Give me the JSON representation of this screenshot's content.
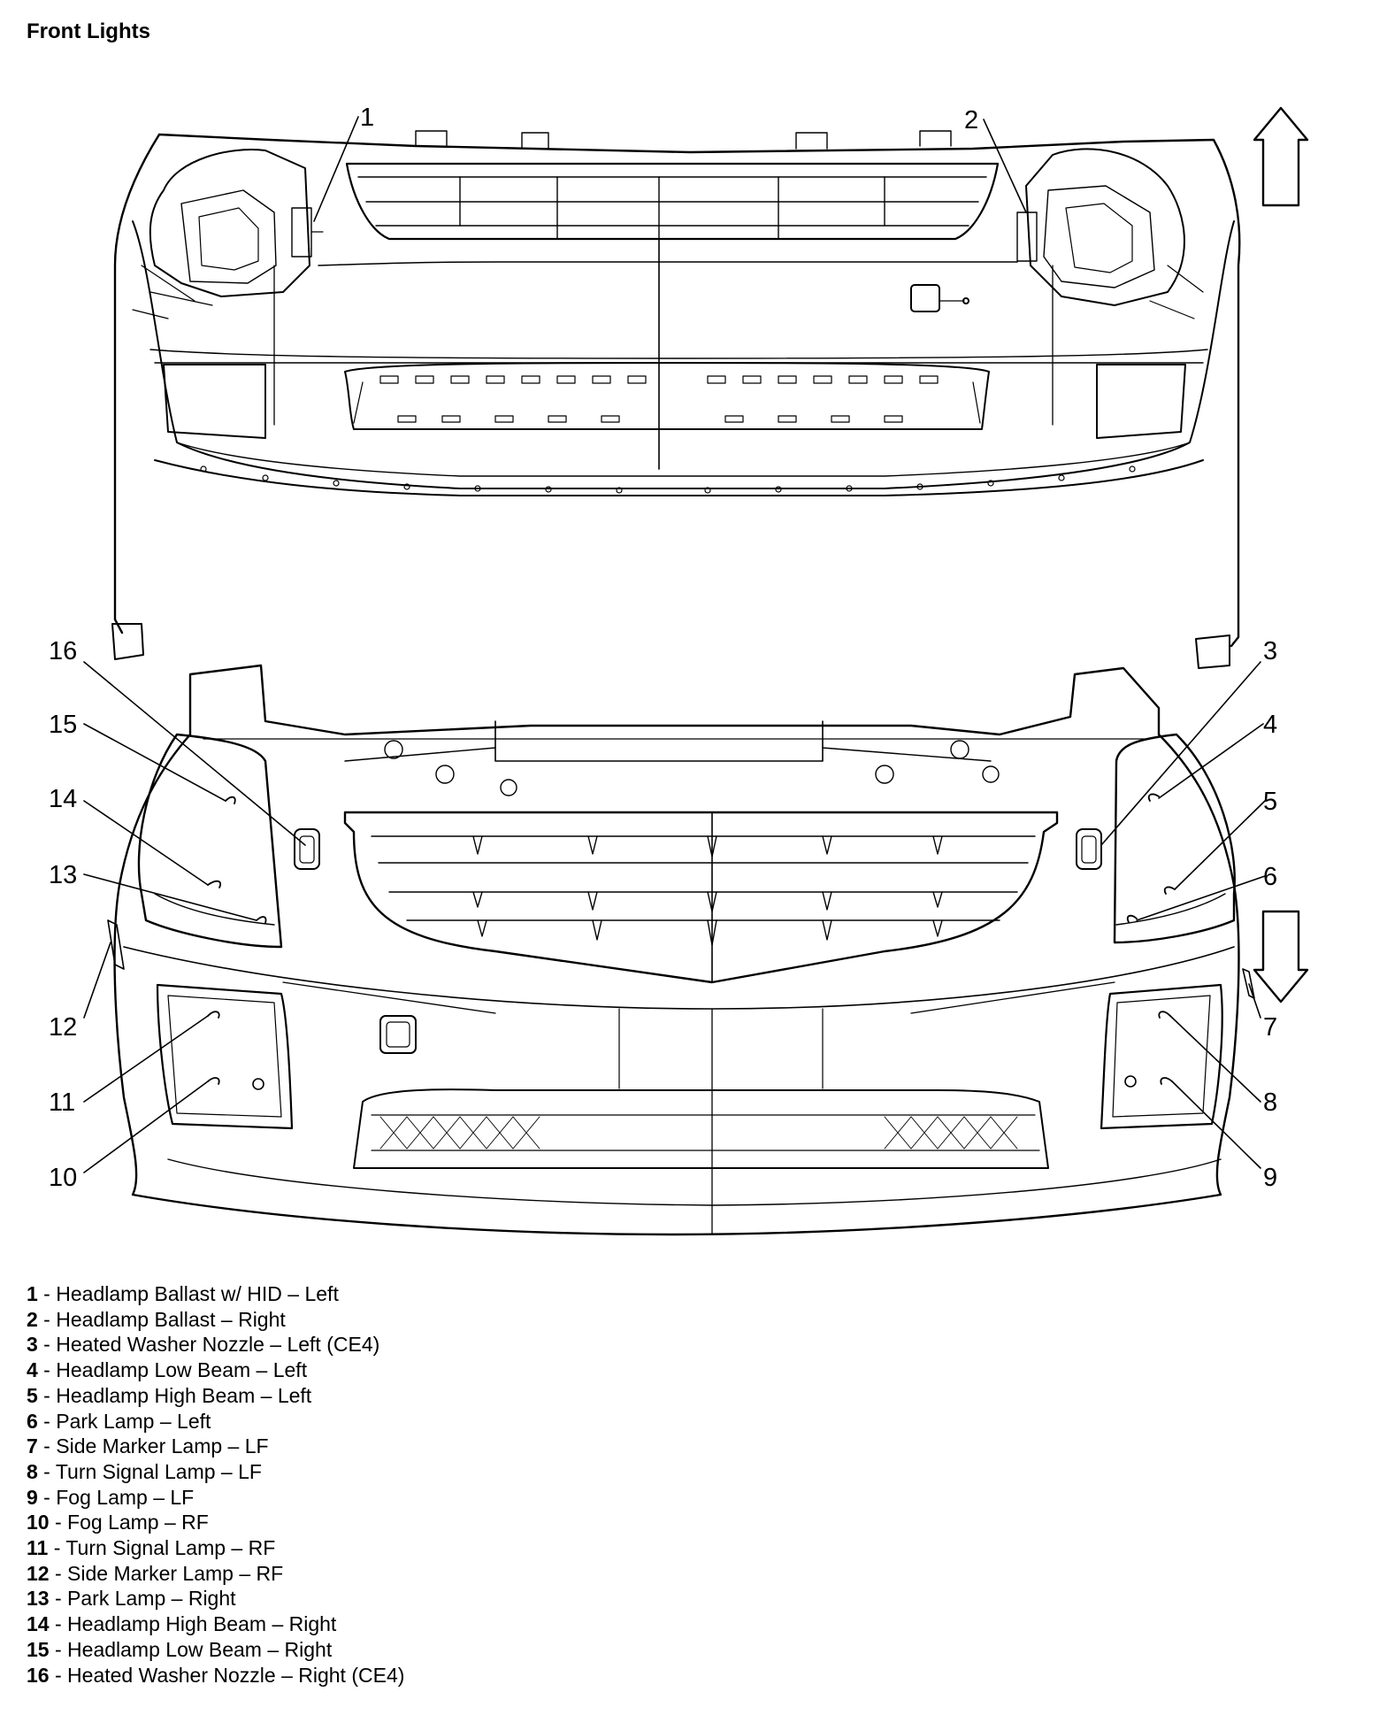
{
  "title": "Front Lights",
  "callouts": [
    {
      "number": "1",
      "label": "Headlamp Ballast w/ HID – Left"
    },
    {
      "number": "2",
      "label": "Headlamp Ballast – Right"
    },
    {
      "number": "3",
      "label": "Heated Washer Nozzle – Left (CE4)"
    },
    {
      "number": "4",
      "label": "Headlamp Low Beam – Left"
    },
    {
      "number": "5",
      "label": "Headlamp High Beam – Left"
    },
    {
      "number": "6",
      "label": "Park Lamp – Left"
    },
    {
      "number": "7",
      "label": "Side Marker Lamp – LF"
    },
    {
      "number": "8",
      "label": "Turn Signal Lamp – LF"
    },
    {
      "number": "9",
      "label": "Fog Lamp – LF"
    },
    {
      "number": "10",
      "label": "Fog Lamp – RF"
    },
    {
      "number": "11",
      "label": "Turn Signal Lamp – RF"
    },
    {
      "number": "12",
      "label": "Side Marker Lamp – RF"
    },
    {
      "number": "13",
      "label": "Park Lamp – Right"
    },
    {
      "number": "14",
      "label": "Headlamp High Beam – Right"
    },
    {
      "number": "15",
      "label": "Headlamp Low Beam – Right"
    },
    {
      "number": "16",
      "label": "Heated Washer Nozzle – Right (CE4)"
    }
  ]
}
